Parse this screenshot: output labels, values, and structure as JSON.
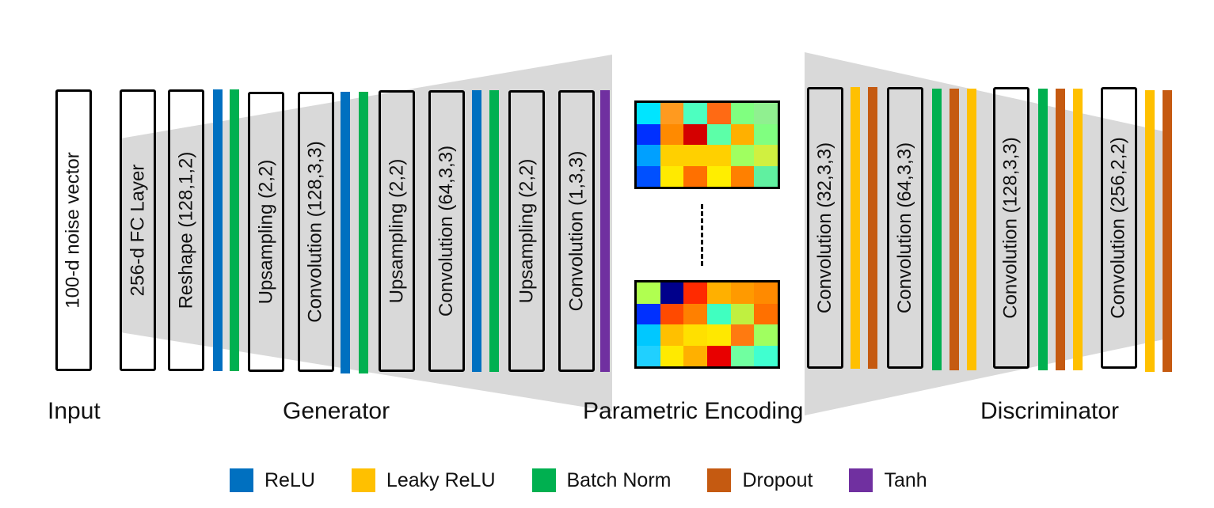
{
  "colors": {
    "relu": "#0070c0",
    "leaky_relu": "#ffc000",
    "batch_norm": "#00b050",
    "dropout": "#c55a11",
    "tanh": "#7030a0",
    "funnel": "#d9d9d9"
  },
  "sections": {
    "input": "Input",
    "generator": "Generator",
    "encoding": "Parametric Encoding",
    "discriminator": "Discriminator"
  },
  "layers": [
    "100-d noise vector",
    "256-d FC Layer",
    "Reshape (128,1,2)",
    "Upsampling (2,2)",
    "Convolution (128,3,3)",
    "Upsampling (2,2)",
    "Convolution (64,3,3)",
    "Upsampling (2,2)",
    "Convolution (1,3,3)",
    "Convolution (32,3,3)",
    "Convolution (64,3,3)",
    "Convolution (128,3,3)",
    "Convolution (256,2,2)"
  ],
  "legend": [
    {
      "label": "ReLU",
      "color": "#0070c0"
    },
    {
      "label": "Leaky ReLU",
      "color": "#ffc000"
    },
    {
      "label": "Batch Norm",
      "color": "#00b050"
    },
    {
      "label": "Dropout",
      "color": "#c55a11"
    },
    {
      "label": "Tanh",
      "color": "#7030a0"
    }
  ],
  "heatmaps": [
    [
      "#00e5ff",
      "#ff9a1f",
      "#4dffc0",
      "#ff6a14",
      "#80ff80",
      "#90f090",
      "#0030ff",
      "#ff8a00",
      "#d40000",
      "#5cffa8",
      "#ffb000",
      "#80ff80",
      "#00a0ff",
      "#ffd000",
      "#ffd000",
      "#ffd000",
      "#a0ff60",
      "#d0f040",
      "#0050ff",
      "#ffea00",
      "#ff7000",
      "#ffee00",
      "#ff8000",
      "#60f0a0"
    ],
    [
      "#b0ff50",
      "#00008b",
      "#ff2a00",
      "#ffb000",
      "#ff9a00",
      "#ff8a00",
      "#0030ff",
      "#ff4a00",
      "#ff8000",
      "#40ffc0",
      "#c0f040",
      "#ff7000",
      "#00c8ff",
      "#ffc000",
      "#ffe000",
      "#ffe800",
      "#ff7a10",
      "#a0ff60",
      "#20d0ff",
      "#ffea00",
      "#ffb000",
      "#e80000",
      "#70ffa0",
      "#40ffd0"
    ]
  ]
}
